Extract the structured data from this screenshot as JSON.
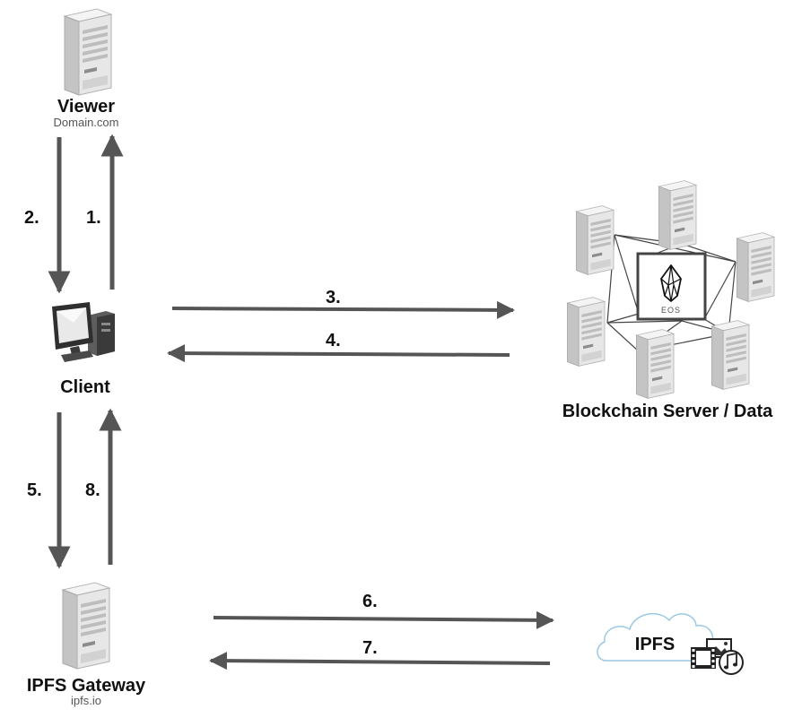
{
  "nodes": {
    "viewer": {
      "title": "Viewer",
      "subtitle": "Domain.com"
    },
    "client": {
      "title": "Client"
    },
    "blockchain": {
      "title": "Blockchain Server / Data",
      "logo_text": "EOS"
    },
    "gateway": {
      "title": "IPFS Gateway",
      "subtitle": "ipfs.io"
    },
    "ipfs": {
      "title": "IPFS"
    }
  },
  "steps": {
    "s1": "1.",
    "s2": "2.",
    "s3": "3.",
    "s4": "4.",
    "s5": "5.",
    "s6": "6.",
    "s7": "7.",
    "s8": "8."
  },
  "icons": {
    "server": "server-icon",
    "computer": "computer-icon",
    "cloud": "cloud-icon",
    "media": "media-files-icon",
    "eos": "eos-logo-icon"
  },
  "colors": {
    "arrow": "#555555",
    "server_light": "#eaeaea",
    "server_mid": "#cfcfcf",
    "server_dark": "#9a9a9a",
    "cloud_stroke": "#9bc9e4",
    "text": "#111111"
  }
}
